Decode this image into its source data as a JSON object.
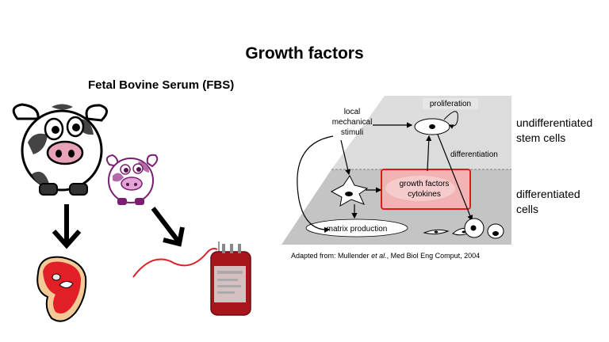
{
  "slide": {
    "title": "Growth factors",
    "subtitle": "Fetal Bovine Serum (FBS)"
  },
  "diagram": {
    "local_label": [
      "local",
      "mechanical",
      "stimuli"
    ],
    "proliferation": "proliferation",
    "differentiation": "differentiation",
    "growth_box": [
      "growth factors",
      "cytokines"
    ],
    "matrix": "matrix production",
    "undiff_label": [
      "undifferentiated",
      "stem cells"
    ],
    "diff_label": [
      "differentiated",
      "cells"
    ],
    "colors": {
      "upper_plane": "#dcdcdc",
      "lower_plane": "#c4c4c4",
      "highlight_border": "#e0191c",
      "highlight_fill": "#f1b3b4"
    }
  },
  "citation": {
    "before": "Adapted from: Mullender ",
    "italic": "et al.",
    "after": ", Med Biol Eng Comput, 2004"
  },
  "icons": {
    "cow_large": "cow-icon",
    "cow_small": "purple-cow-icon",
    "steak": "steak-icon",
    "blood_bag": "blood-bag-icon"
  }
}
